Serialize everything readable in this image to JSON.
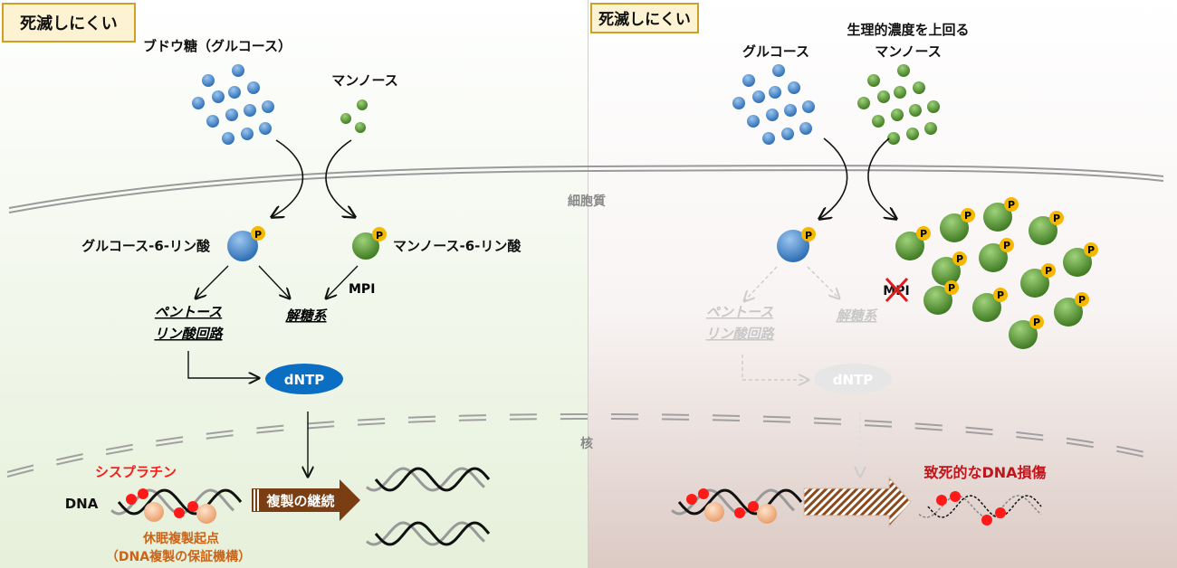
{
  "colors": {
    "glucose": "#4a8fd6",
    "mannose": "#5c9e3a",
    "phosphate": "#f5b800",
    "dntp": "#0a6fc2",
    "cisplatin": "#ff1a1a",
    "orange_text": "#c8651a",
    "lethal_text": "#c0161b",
    "replication_arrow": "#7a3e12"
  },
  "left": {
    "badge": "死滅しにくい",
    "glucose_title": "ブドウ糖（グルコース）",
    "mannose_title": "マンノース",
    "g6p_label": "グルコース-6-リン酸",
    "m6p_label": "マンノース-6-リン酸",
    "phosphate": "P",
    "mpi": "MPI",
    "ppp_line1": "ペントース",
    "ppp_line2": "リン酸回路",
    "glycolysis": "解糖系",
    "dntp": "dNTP",
    "cisplatin": "シスプラチン",
    "dna": "DNA",
    "dormant_origin": "休眠複製起点",
    "dormant_origin_note": "（DNA複製の保証機構）",
    "replication_continues": "複製の継続"
  },
  "shared": {
    "cytoplasm": "細胞質",
    "nucleus": "核"
  },
  "right": {
    "badge": "死滅しにくい",
    "glucose_title": "グルコース",
    "mannose_title_line1": "生理的濃度を上回る",
    "mannose_title_line2": "マンノース",
    "phosphate": "P",
    "mpi": "MPI",
    "ppp_line1": "ペントース",
    "ppp_line2": "リン酸回路",
    "glycolysis": "解糖系",
    "dntp": "dNTP",
    "lethal_damage": "致死的なDNA損傷"
  }
}
